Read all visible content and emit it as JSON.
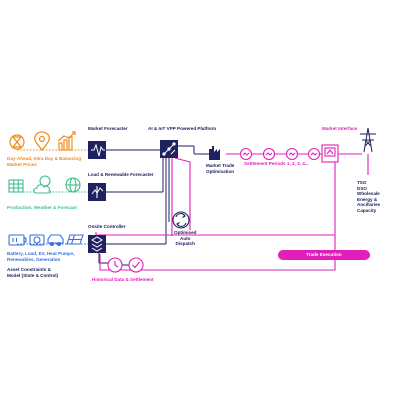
{
  "labels": {
    "day_ahead": [
      "Day-Ahead, Intra Day & Balancing",
      "Market Prices"
    ],
    "production": "Production, Weather & Forecast",
    "battery": [
      "Battery, Load, EV, Heat Pumps,",
      "Renewables, Generation"
    ],
    "asset_constraints": [
      "Asset Constraints &",
      "Model (State & Control)"
    ],
    "market_forecaster": "Market Forecaster",
    "load_forecaster": "Load & Renewable Forecaster",
    "onsite_controller": "Onsite Controller",
    "vpp_platform": "AI & IoT VPP Powered Platform",
    "optimised_dispatch": [
      "Optimised",
      "Auto",
      "Dispatch"
    ],
    "market_trade_opt": [
      "Market Trade",
      "Optimisation"
    ],
    "settlement_periods": "Settlement Periods 1, 2, 3, 4...",
    "market_interface": "Market Interface",
    "tso_list": [
      "TSO",
      "DSO",
      "Wholesale",
      "Energy &",
      "Ancillaries",
      "Capacity"
    ],
    "trade_execution": "Trade Execution",
    "historical": "Historical Data & Settlement"
  },
  "colors": {
    "navy": "#1f2260",
    "orange": "#f08a1c",
    "green": "#3fbf8a",
    "blue": "#3a6fe0",
    "pink": "#e01fb8"
  }
}
